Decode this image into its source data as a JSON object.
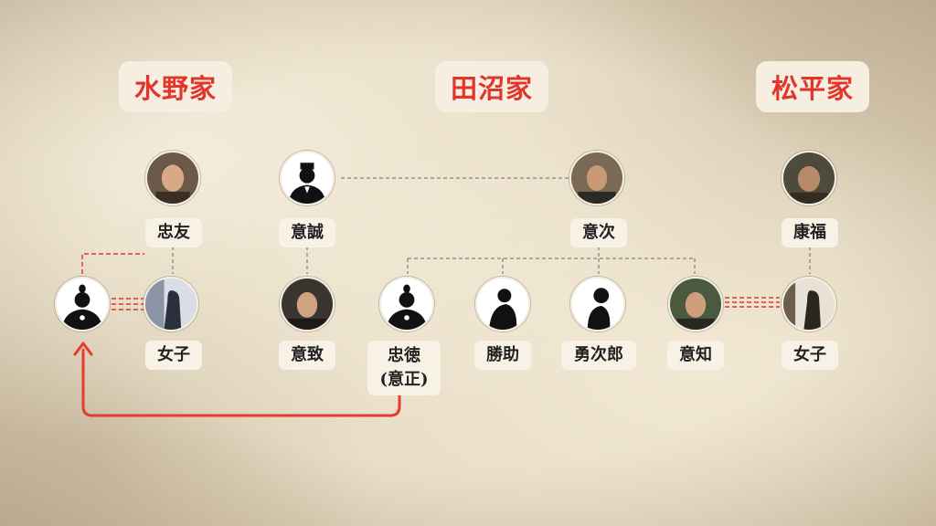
{
  "families": {
    "mizuno": "水野家",
    "tanuma": "田沼家",
    "matsudaira": "松平家"
  },
  "people": {
    "tadatomo": "忠友",
    "okinobu": "意誠",
    "okitsugu": "意次",
    "yasuyoshi": "康福",
    "mizuno_daughter": "女子",
    "okimune": "意致",
    "tadanori": "忠徳",
    "tadanori_alt": "(意正)",
    "katsusuke": "勝助",
    "yujiro": "勇次郎",
    "okitomo": "意知",
    "matsudaira_daughter": "女子"
  },
  "colors": {
    "marriage_line": "#e0362c",
    "lineage_line": "#8c8577",
    "family_text": "#e0362c",
    "label_bg": "#f7f1e6"
  }
}
